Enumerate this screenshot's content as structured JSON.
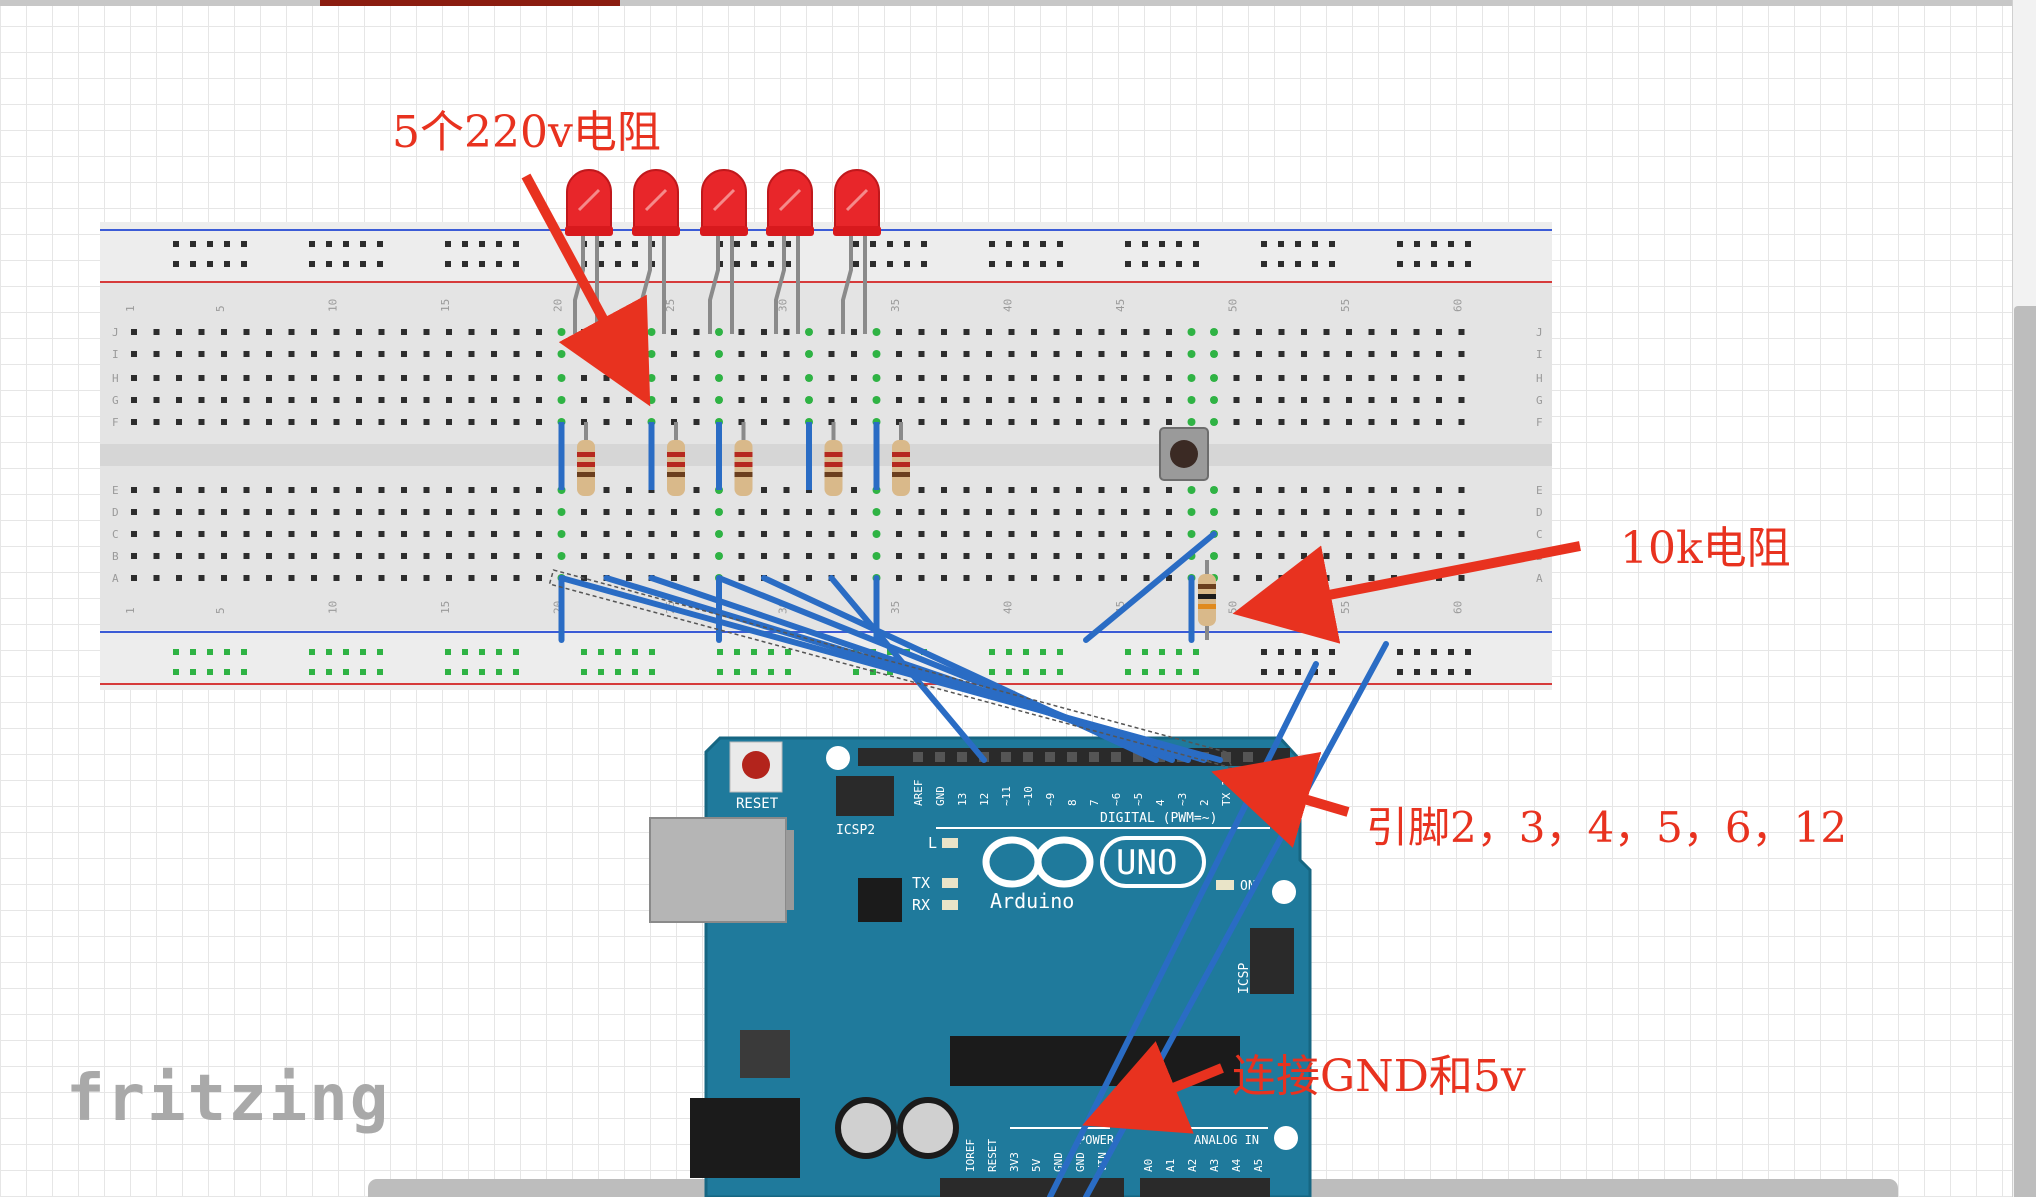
{
  "app": {
    "logo_text": "fritzing"
  },
  "annotations": {
    "leds_resistors": "5个220v电阻",
    "pull_resistor": "10k电阻",
    "pins": "引脚2，3，4，5，6，12",
    "power": "连接GND和5v"
  },
  "arduino": {
    "reset_label": "RESET",
    "icsp2_label": "ICSP2",
    "icsp_label": "ICSP",
    "digital_label": "DIGITAL (PWM=~)",
    "brand": "Arduino",
    "model": "UNO",
    "led_l": "L",
    "led_tx": "TX",
    "led_rx": "RX",
    "on_label": "ON",
    "power_label": "POWER",
    "analog_label": "ANALOG IN",
    "digital_pins": [
      "AREF",
      "GND",
      "13",
      "12",
      "~11",
      "~10",
      "~9",
      "8",
      "7",
      "~6",
      "~5",
      "4",
      "~3",
      "2",
      "TX 1",
      "RX 0"
    ],
    "power_pins": [
      "IOREF",
      "RESET",
      "3V3",
      "5V",
      "GND",
      "GND",
      "VIN"
    ],
    "analog_pins": [
      "A0",
      "A1",
      "A2",
      "A3",
      "A4",
      "A5"
    ]
  },
  "breadboard": {
    "column_numbers": [
      "1",
      "5",
      "10",
      "15",
      "20",
      "25",
      "30",
      "35",
      "40",
      "45",
      "50",
      "55",
      "60"
    ],
    "top_rows": [
      "J",
      "I",
      "H",
      "G",
      "F"
    ],
    "bottom_rows": [
      "E",
      "D",
      "C",
      "B",
      "A"
    ]
  },
  "colors": {
    "wire": "#2a6cc4",
    "led": "#e8262a",
    "annotation": "#e8321f",
    "board": "#1f7a9c",
    "breadboard": "#e4e4e4"
  }
}
